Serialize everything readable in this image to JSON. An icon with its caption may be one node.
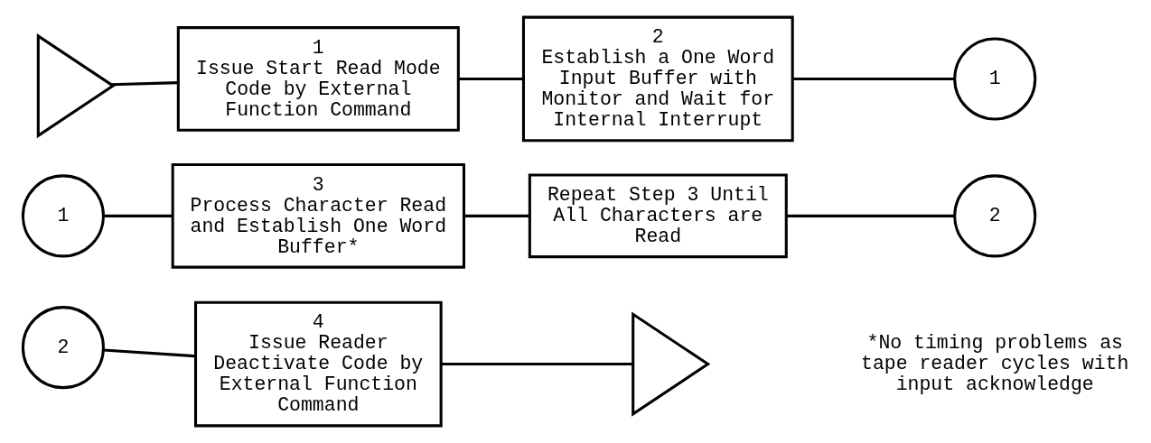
{
  "diagram": {
    "nodes": [
      {
        "text": [],
        "shape": "triangle"
      },
      {
        "text": [
          "1",
          "Issue Start Read Mode Code by External Function Command"
        ]
      },
      {
        "text": [
          "2",
          "Establish a One Word Input Buffer with Monitor and Wait for Internal Interrupt"
        ]
      },
      {
        "text": [
          "1"
        ]
      },
      {
        "text": [
          "1"
        ]
      },
      {
        "text": [
          "3",
          "Process Character Read and Establish One Word Buffer*"
        ]
      },
      {
        "text": [
          "Repeat Step 3 Until All Characters are Read"
        ]
      },
      {
        "text": [
          "2"
        ]
      },
      {
        "text": [
          "2"
        ]
      },
      {
        "text": [
          "4",
          "Issue Reader Deactivate Code by External Function Command"
        ]
      },
      {
        "text": [],
        "shape": "triangle"
      }
    ],
    "edges": [
      {
        "from": 0,
        "to": 1,
        "arrow": "none"
      },
      {
        "from": 1,
        "to": 2,
        "arrow": "none"
      },
      {
        "from": 2,
        "to": 3,
        "arrow": "none"
      },
      {
        "from": 4,
        "to": 5,
        "arrow": "none"
      },
      {
        "from": 5,
        "to": 6,
        "arrow": "none"
      },
      {
        "from": 6,
        "to": 7,
        "arrow": "none"
      },
      {
        "from": 8,
        "to": 9,
        "arrow": "none"
      },
      {
        "from": 9,
        "to": 10,
        "arrow": "none"
      }
    ],
    "labels": [
      "*No timing problems as tape reader cycles with input acknowledge"
    ]
  }
}
